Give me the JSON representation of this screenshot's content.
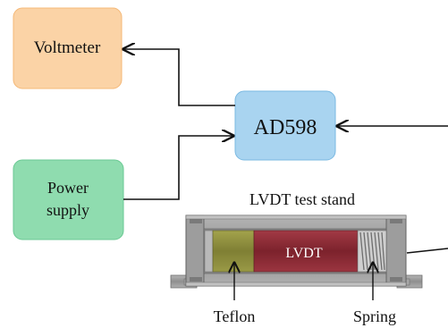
{
  "blocks": {
    "voltmeter": {
      "label": "Voltmeter",
      "color": "#fbd3a6",
      "border": "#f4b877"
    },
    "ad598": {
      "label": "AD598",
      "color": "#a9d4f0",
      "border": "#7ab9e2"
    },
    "power_supply": {
      "line1": "Power",
      "line2": "supply",
      "color": "#8fdcaf",
      "border": "#6bc994"
    }
  },
  "stand": {
    "title": "LVDT test stand",
    "lvdt_label": "LVDT",
    "teflon_label": "Teflon",
    "spring_label": "Spring",
    "colors": {
      "frame": "#9a9a9a",
      "frame_dark": "#6f6f6f",
      "teflon": "#8c8c3c",
      "lvdt": "#8a2a33",
      "spring": "#bdbdbd"
    }
  }
}
